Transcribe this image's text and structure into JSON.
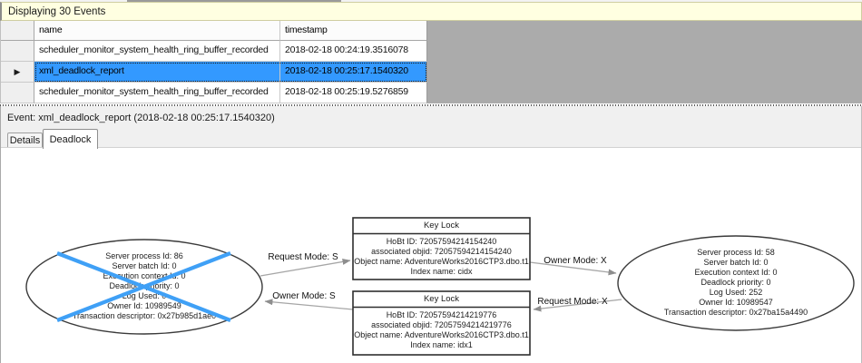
{
  "header": {
    "title": "Displaying 30 Events"
  },
  "grid": {
    "columns": {
      "name": "name",
      "timestamp": "timestamp"
    },
    "selector_icon": "▶",
    "rows": [
      {
        "name": "scheduler_monitor_system_health_ring_buffer_recorded",
        "timestamp": "2018-02-18 00:24:19.3516078"
      },
      {
        "name": "xml_deadlock_report",
        "timestamp": "2018-02-18 00:25:17.1540320"
      },
      {
        "name": "scheduler_monitor_system_health_ring_buffer_recorded",
        "timestamp": "2018-02-18 00:25:19.5276859"
      }
    ],
    "selected_row_index": 1
  },
  "event_bar": {
    "label": "Event: xml_deadlock_report (2018-02-18 00:25:17.1540320)"
  },
  "tabs": {
    "details": "Details",
    "deadlock": "Deadlock",
    "active": "Deadlock"
  },
  "graph": {
    "process_left": {
      "victim": true,
      "lines": [
        "Server process Id: 86",
        "Server batch Id: 0",
        "Execution context Id: 0",
        "Deadlock priority: 0",
        "Log Used: 0",
        "Owner Id: 10989549",
        "Transaction descriptor: 0x27b985d1ae0"
      ]
    },
    "process_right": {
      "victim": false,
      "lines": [
        "Server process Id: 58",
        "Server batch Id: 0",
        "Execution context Id: 0",
        "Deadlock priority: 0",
        "Log Used: 252",
        "Owner Id: 10989547",
        "Transaction descriptor: 0x27ba15a4490"
      ]
    },
    "resource_top": {
      "title": "Key Lock",
      "lines": [
        "HoBt ID: 72057594214154240",
        "associated objid: 72057594214154240",
        "Object name: AdventureWorks2016CTP3.dbo.t1",
        "Index name: cidx"
      ]
    },
    "resource_bottom": {
      "title": "Key Lock",
      "lines": [
        "HoBt ID: 72057594214219776",
        "associated objid: 72057594214219776",
        "Object name: AdventureWorks2016CTP3.dbo.t1",
        "Index name: idx1"
      ]
    },
    "edge_labels": {
      "request_s": "Request Mode: S",
      "owner_s": "Owner Mode: S",
      "owner_x": "Owner Mode: X",
      "request_x": "Request Mode: X"
    }
  },
  "colors": {
    "selection_blue": "#3399FF",
    "cross_blue": "#3FA0F6",
    "header_yellow": "#FFFFE1",
    "empty_gray": "#ABABAB"
  }
}
